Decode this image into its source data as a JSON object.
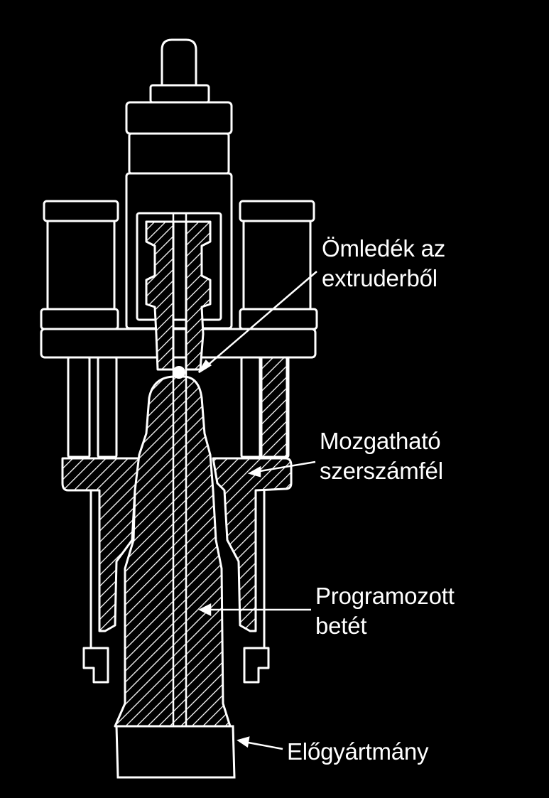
{
  "colors": {
    "background": "#000000",
    "lines": "#ffffff"
  },
  "labels": {
    "melt": {
      "line1": "Ömledék az",
      "line2": "extruderből"
    },
    "movable_mold": {
      "line1": "Mozgatható",
      "line2": "szerszámfél"
    },
    "programmed_insert": {
      "line1": "Programozott",
      "line2": "betét"
    },
    "preform": {
      "line1": "Előgyártmány"
    }
  }
}
